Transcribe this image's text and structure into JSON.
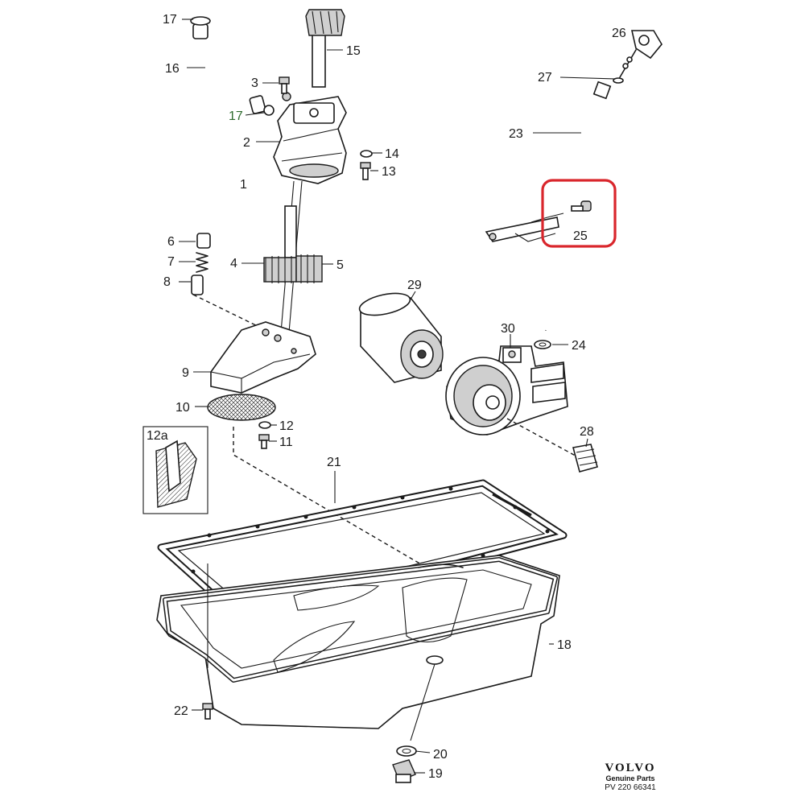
{
  "callouts": {
    "c1": "1",
    "c2": "2",
    "c3": "3",
    "c4": "4",
    "c5": "5",
    "c6": "6",
    "c7": "7",
    "c8": "8",
    "c9": "9",
    "c10": "10",
    "c11": "11",
    "c12": "12",
    "c12a": "12a",
    "c13": "13",
    "c14": "14",
    "c15": "15",
    "c16": "16",
    "c17a": "17",
    "c17b": "17",
    "c18": "18",
    "c19": "19",
    "c20": "20",
    "c21": "21",
    "c22": "22",
    "c23": "23",
    "c24": "24",
    "c25": "25",
    "c26": "26",
    "c27": "27",
    "c28": "28",
    "c29": "29",
    "c30": "30"
  },
  "brand": {
    "name": "VOLVO",
    "subtitle": "Genuine Parts",
    "code": "PV 220 66341"
  },
  "highlight": {
    "part": "25",
    "color": "#d9262c"
  }
}
